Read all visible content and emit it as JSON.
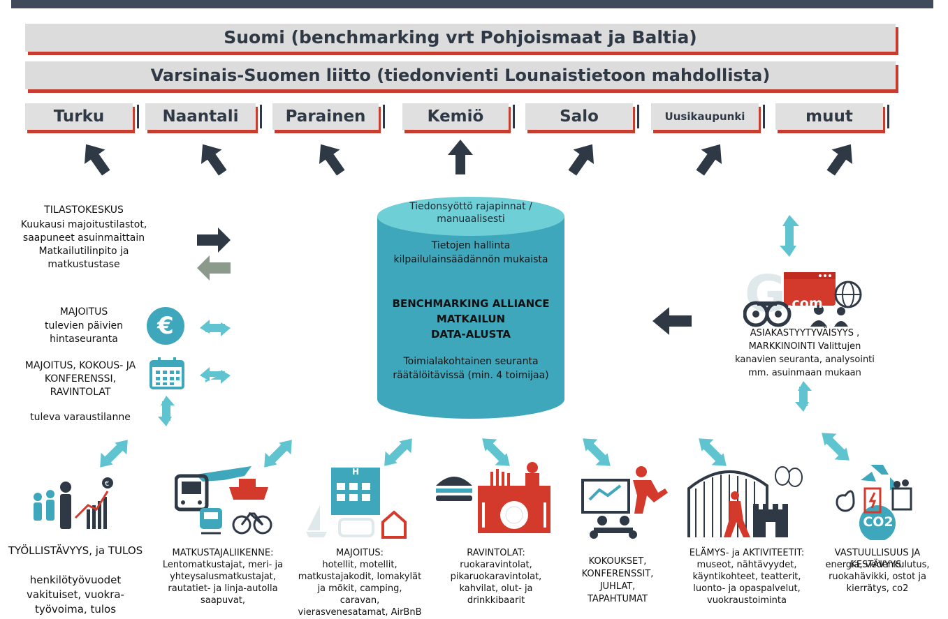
{
  "banners": {
    "country": "Suomi (benchmarking vrt Pohjoismaat ja Baltia)",
    "region": "Varsinais-Suomen liitto (tiedonvienti Lounaistietoon mahdollista)"
  },
  "cities": [
    "Turku",
    "Naantali",
    "Parainen",
    "Kemiö",
    "Salo",
    "Uusikaupunki",
    "muut"
  ],
  "database": {
    "lid": "Tiedonsyöttö rajapinnat / manuaalisesti",
    "governance": "Tietojen hallinta kilpailulainsäädännön mukaista",
    "title_line1": "BENCHMARKING ALLIANCE",
    "title_line2": "MATKAILUN",
    "title_line3": "DATA-ALUSTA",
    "footer": "Toimialakohtainen seuranta räätälöitävissä (min. 4 toimijaa)"
  },
  "left": {
    "stat_title": "TILASTOKESKUS",
    "stat_body": "Kuukausi majoitustilastot, saapuneet asuinmaittain Matkailutilinpito ja matkustustase",
    "price_title": "MAJOITUS",
    "price_body": "tulevien päivien hintaseuranta",
    "booking_title": "MAJOITUS, KOKOUS- JA KONFERENSSI, RAVINTOLAT",
    "booking_body": "tuleva varaustilanne"
  },
  "right": {
    "satisfaction": "ASIAKASTYYTYVÄISYYS , MARKKINOINTI Valittujen kanavien seuranta, analysointi mm. asuinmaan mukaan",
    "com_label": ".com"
  },
  "bottom": [
    {
      "title": "TYÖLLISTÄVYYS,  ja TULOS",
      "body": "henkilötyövuodet vakituiset, vuokra-työvoima, tulos"
    },
    {
      "title": "MATKUSTAJALIIKENNE:",
      "body": "Lentomatkustajat, meri- ja yhteysalusmatkustajat, rautatiet- ja linja-autolla saapuvat,"
    },
    {
      "title": "MAJOITUS:",
      "body": "hotellit, motellit, matkustajakodit, lomakylät ja mökit, camping, caravan, vierasvenesatamat, AirBnB"
    },
    {
      "title": "RAVINTOLAT:",
      "body": "ruokaravintolat, pikaruokaravintolat, kahvilat, olut- ja drinkkibaarit"
    },
    {
      "title": "KOKOUKSET, KONFERENSSIT, JUHLAT, TAPAHTUMAT",
      "body": ""
    },
    {
      "title": "ELÄMYS- ja AKTIVITEETIT:",
      "body": "museot, nähtävyydet, käyntikohteet, teatterit, luonto- ja opaspalvelut, vuokraustoiminta"
    },
    {
      "title": "VASTUULLISUUS JA KESTÄVYYS:",
      "body": "energia, vedenkulutus, ruokahävikki, ostot ja kierrätys, co2"
    }
  ],
  "icons": {
    "co2_label": "CO2",
    "hotel_letter": "H"
  },
  "colors": {
    "teal": "#3ea7bb",
    "teal_light": "#5fc4cf",
    "dark": "#2f3946",
    "red": "#c63c2f",
    "grey_arrow": "#8b9a8b"
  }
}
